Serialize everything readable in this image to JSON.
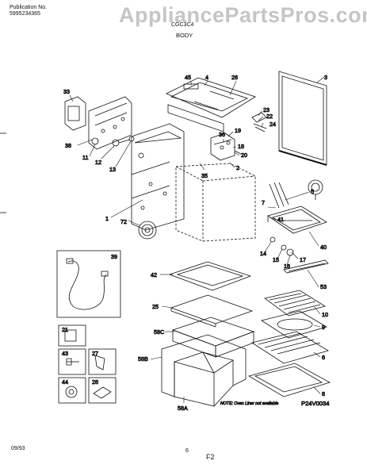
{
  "header": {
    "publication_label": "Publication No.",
    "publication_number": "5995234365",
    "model": "CGC3C4",
    "section": "BODY"
  },
  "watermark": "AppliancePartsPros.com",
  "callouts": {
    "c33": "33",
    "c38": "38",
    "c11": "11",
    "c12": "12",
    "c13": "13",
    "c45": "45",
    "c4": "4",
    "c26": "26",
    "c3": "3",
    "c23": "23",
    "c22": "22",
    "c24": "24",
    "c19": "19",
    "c36": "36",
    "c18": "18",
    "c20": "20",
    "c2": "2",
    "c35": "35",
    "c1": "1",
    "c72": "72",
    "c7": "7",
    "c5": "5",
    "c41": "41",
    "c40": "40",
    "c14": "14",
    "c15": "15",
    "c16": "16",
    "c17": "17",
    "c39": "39",
    "c42": "42",
    "c53": "53",
    "c25": "25",
    "c10": "10",
    "c9": "9",
    "c58c": "58C",
    "c58b": "58B",
    "c6": "6",
    "c58a": "58A",
    "c8": "8",
    "c21": "21",
    "c43": "43",
    "c27": "27",
    "c44": "44",
    "c28": "28"
  },
  "note": "NOTE: Oven Liner not available",
  "diagram_ref": "P24V0034",
  "footer": {
    "date": "09/93",
    "page": "6",
    "figure": "F2"
  }
}
